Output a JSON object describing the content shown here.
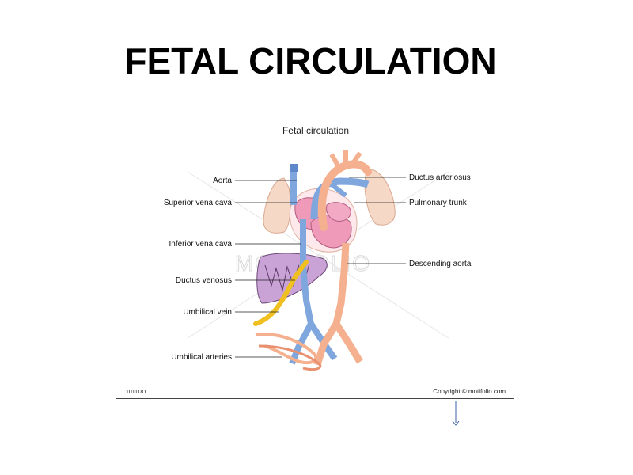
{
  "slide": {
    "title": "FETAL CIRCULATION"
  },
  "figure": {
    "title": "Fetal circulation",
    "id_code": "1011181",
    "copyright": "Copyright © motifolio.com",
    "watermark": "MOTIFOLIO",
    "labels_left": [
      "Aorta",
      "Superior vena cava",
      "Inferior vena cava",
      "Ductus venosus",
      "Umbilical vein",
      "Umbilical arteries"
    ],
    "labels_right": [
      "Ductus arteriosus",
      "Pulmonary trunk",
      "Descending aorta"
    ]
  },
  "colors": {
    "artery": "#f4b08f",
    "vein": "#7fa7de",
    "mixed": "#e8b0c8",
    "umbilical_vein": "#f0c020",
    "liver": "#c9a2d6",
    "lung": "#f6d8c6",
    "heart": "#ef9ab8"
  },
  "icons": {
    "scroll_arrow": "down-arrow-icon"
  }
}
